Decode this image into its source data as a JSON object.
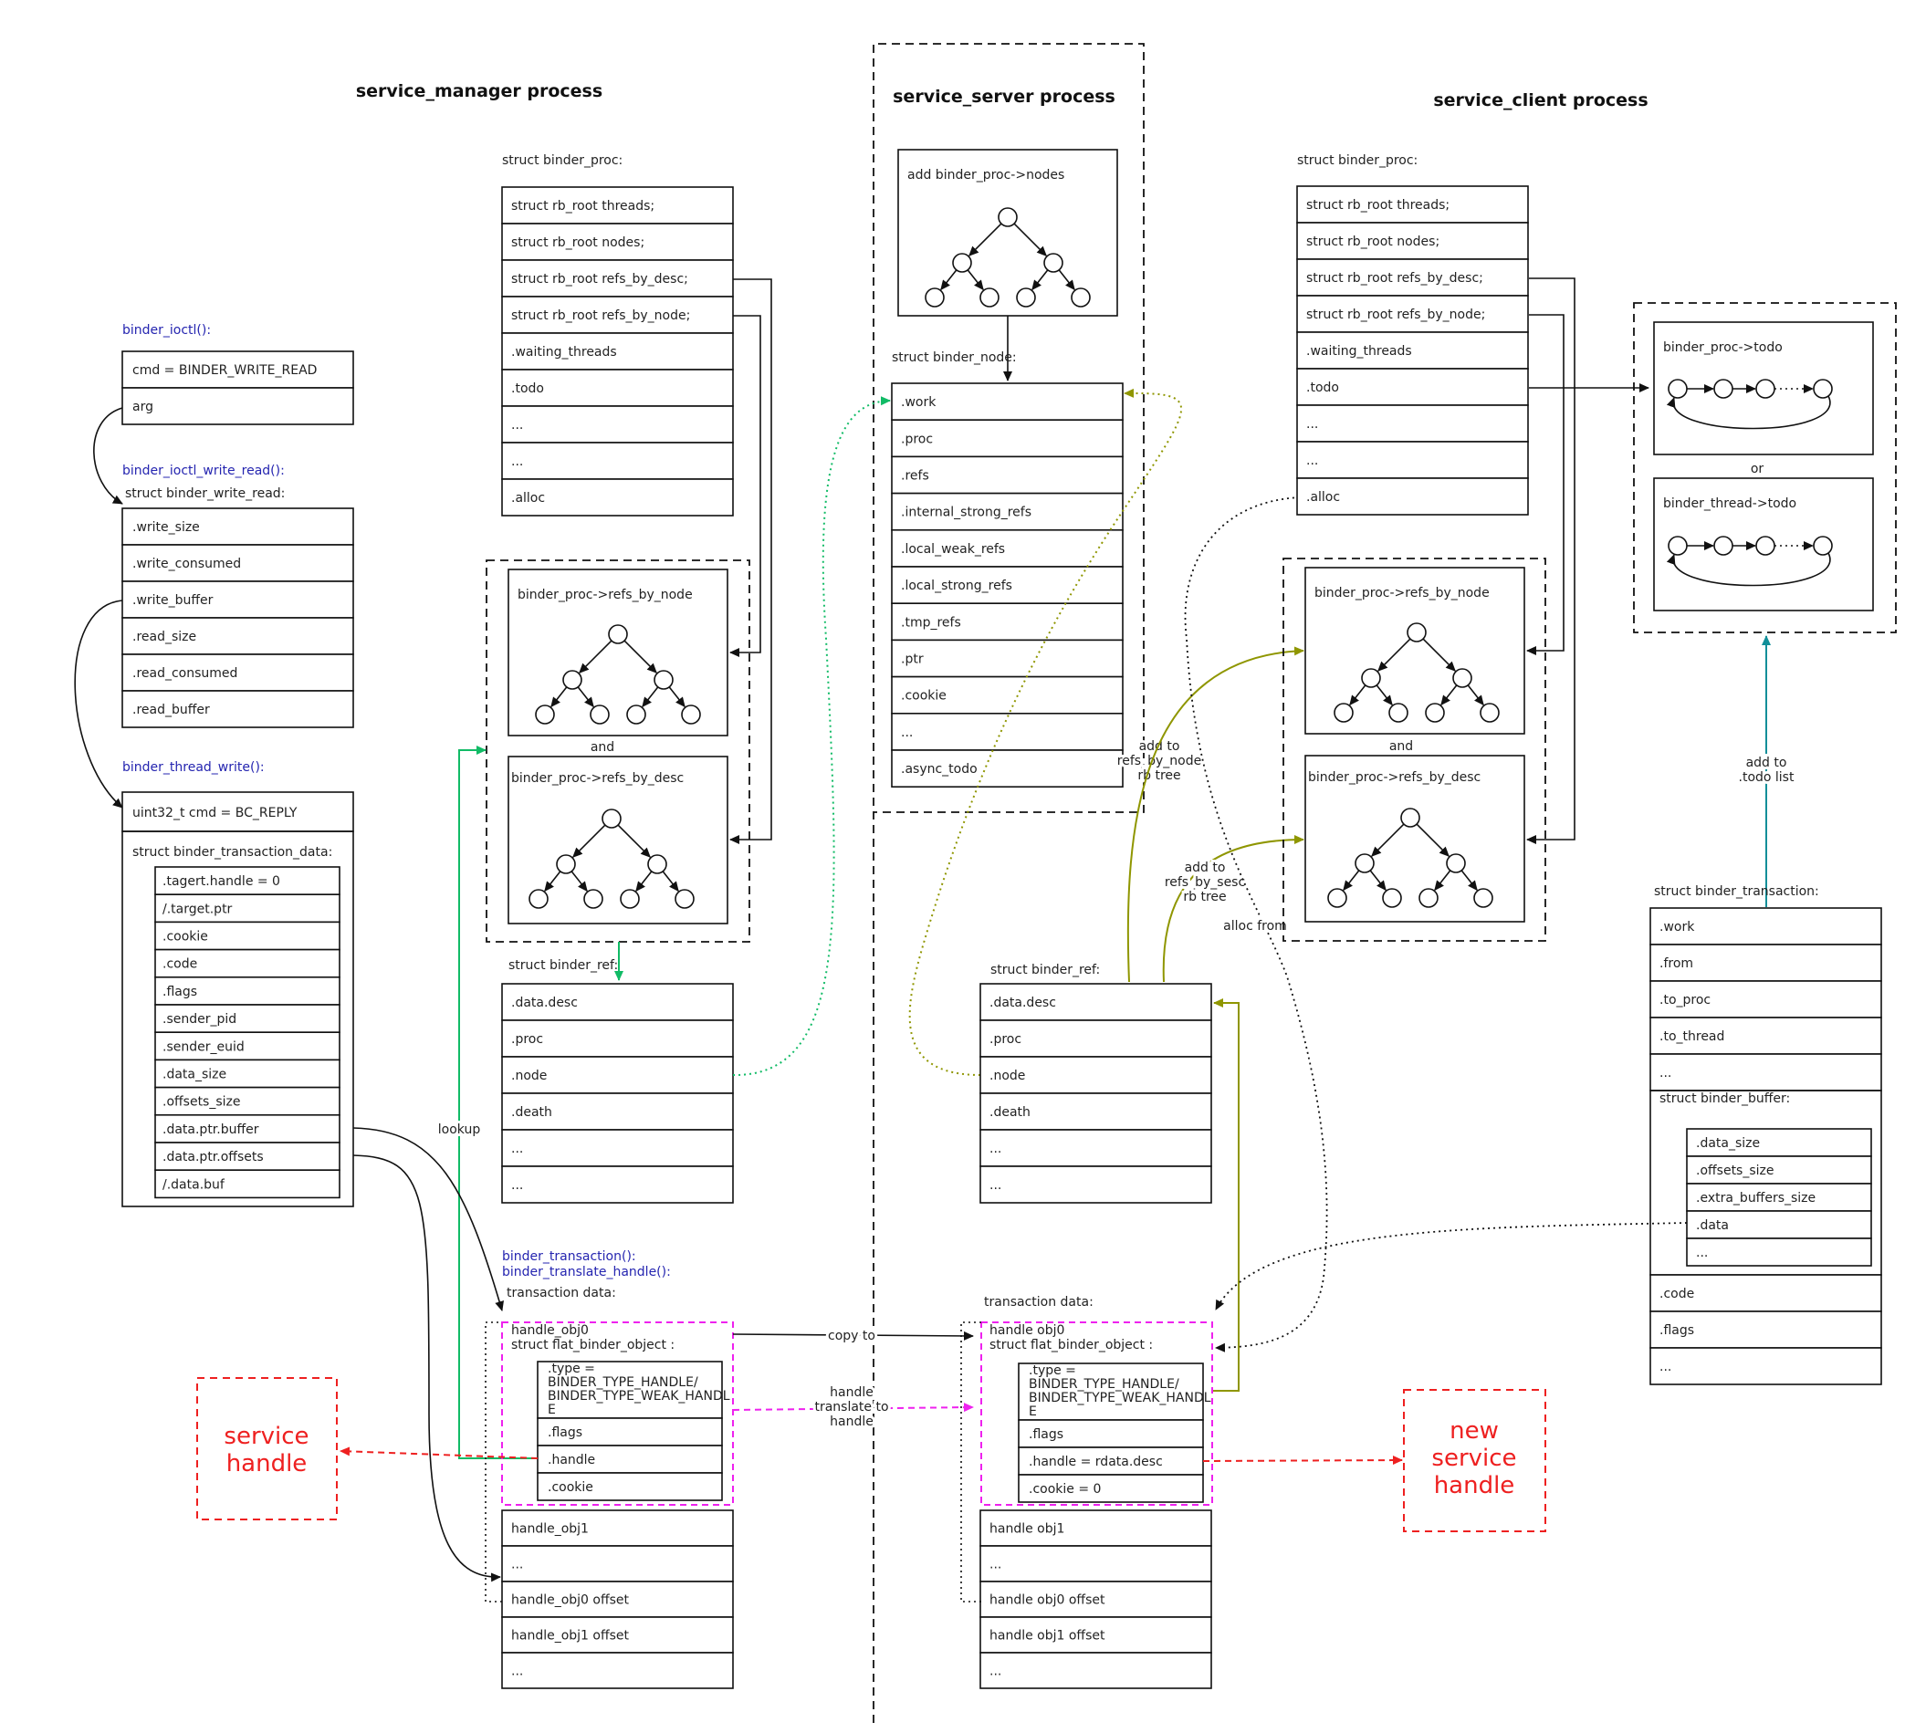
{
  "titles": {
    "sm": "service_manager process",
    "ss": "service_server process",
    "sc": "service_client process"
  },
  "funcs": {
    "ioctl": "binder_ioctl():",
    "ioctl_write_read": "binder_ioctl_write_read():",
    "thread_write": "binder_thread_write():",
    "transaction": "binder_transaction():",
    "translate_handle": "binder_translate_handle():"
  },
  "labels": {
    "ioctl_rows": [
      "cmd = BINDER_WRITE_READ",
      "arg"
    ],
    "write_read_title": "struct binder_write_read:",
    "write_read_rows": [
      ".write_size",
      ".write_consumed",
      ".write_buffer",
      ".read_size",
      ".read_consumed",
      ".read_buffer"
    ],
    "thread_cmd": "uint32_t cmd = BC_REPLY",
    "txn_data_title": "struct binder_transaction_data:",
    "txn_data_rows": [
      ".tagert.handle = 0",
      "/.target.ptr",
      ".cookie",
      ".code",
      ".flags",
      ".sender_pid",
      ".sender_euid",
      ".data_size",
      ".offsets_size",
      ".data.ptr.buffer",
      ".data.ptr.offsets",
      "/.data.buf"
    ],
    "proc_title": "struct binder_proc:",
    "proc_rows": [
      "struct rb_root threads;",
      "struct rb_root nodes;",
      "struct rb_root refs_by_desc;",
      "struct rb_root refs_by_node;",
      ".waiting_threads",
      ".todo",
      "...",
      "...",
      ".alloc"
    ],
    "refs_by_node": "binder_proc->refs_by_node",
    "refs_by_desc": "binder_proc->refs_by_desc",
    "and": "and",
    "ref_title": "struct binder_ref:",
    "ref_rows": [
      ".data.desc",
      ".proc",
      ".node",
      ".death",
      "...",
      "..."
    ],
    "lookup": "lookup",
    "txn_title": "transaction data:",
    "handle_obj0_sm": "handle_obj0",
    "handle_obj0_ss": "handle obj0",
    "flat_obj": "struct flat_binder_object :",
    "type_line1": ".type =",
    "type_line2": "BINDER_TYPE_HANDLE/",
    "type_line3": "BINDER_TYPE_WEAK_HANDL",
    "type_line4": "E",
    "flags": ".flags",
    "handle_sm": ".handle",
    "cookie_sm": ".cookie",
    "handle_ss": ".handle = rdata.desc",
    "cookie_ss": ".cookie = 0",
    "sm_tail_rows": [
      "handle_obj1",
      "...",
      "handle_obj0 offset",
      "handle_obj1 offset",
      "..."
    ],
    "ss_tail_rows": [
      "handle obj1",
      "...",
      "handle obj0 offset",
      "handle obj1 offset",
      "..."
    ],
    "copy_to": "copy to",
    "handle_translate": [
      "handle",
      "translate to",
      "handle"
    ],
    "service_handle": [
      "service",
      "handle"
    ],
    "new_service_handle": [
      "new",
      "service",
      "handle"
    ],
    "add_nodes": "add binder_proc->nodes",
    "node_title": "struct binder_node:",
    "node_rows": [
      ".work",
      ".proc",
      ".refs",
      ".internal_strong_refs",
      ".local_weak_refs",
      ".local_strong_refs",
      ".tmp_refs",
      ".ptr",
      ".cookie",
      "...",
      ".async_todo"
    ],
    "add_refs_by_node": [
      "add to",
      "refs_by_node",
      "rb tree"
    ],
    "add_refs_by_desc": [
      "add to",
      "refs_by_sesc",
      "rb tree"
    ],
    "alloc_from": "alloc from",
    "proc_todo": "binder_proc->todo",
    "or": "or",
    "thread_todo": "binder_thread->todo",
    "add_todo": [
      "add to",
      ".todo list"
    ],
    "btxn_title": "struct binder_transaction:",
    "btxn_rows": [
      ".work",
      ".from",
      ".to_proc",
      ".to_thread",
      "..."
    ],
    "bbuf_title": "struct binder_buffer:",
    "bbuf_rows": [
      ".data_size",
      ".offsets_size",
      ".extra_buffers_size",
      ".data",
      "..."
    ],
    "btxn_tail_rows": [
      ".code",
      ".flags",
      "..."
    ]
  },
  "colors": {
    "green": "#11bb66",
    "teal": "#118f99",
    "olive": "#8f9600",
    "magenta": "#ee22ee",
    "red": "#ee2020",
    "blue": "#2525b0"
  }
}
